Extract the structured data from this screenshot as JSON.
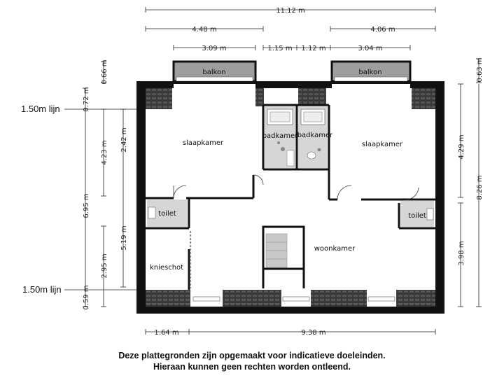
{
  "dimensions": {
    "top_total": "11.12 m",
    "top_left": "4.48 m",
    "top_right": "4.06 m",
    "balcony_left": "3.09 m",
    "gap_left": "1.15 m",
    "gap_right": "1.12 m",
    "balcony_right": "3.04 m",
    "left_balcony_depth": "0.66 m",
    "left_upper": "0.72 m",
    "left_bedroom": "4.23 m",
    "left_bedroom_inner": "2.42 m",
    "left_total": "6.95 m",
    "left_lower": "5.19 m",
    "left_knieschot": "2.95 m",
    "left_bottom": "0.59 m",
    "right_balcony_depth": "0.63 m",
    "right_bedroom": "4.29 m",
    "right_total": "8.26 m",
    "right_lower": "3.98 m",
    "bottom_left": "1.64 m",
    "bottom_right": "9.38 m"
  },
  "rooms": {
    "balkon_left": "balkon",
    "balkon_right": "balkon",
    "slaapkamer_left": "slaapkamer",
    "slaapkamer_right": "slaapkamer",
    "badkamer_left": "badkamer",
    "badkamer_right": "badkamer",
    "toilet_left": "toilet",
    "toilet_right": "toilet",
    "woonkamer": "woonkamer",
    "knieschot": "knieschot"
  },
  "lines": {
    "upper": "1.50m lijn",
    "lower": "1.50m lijn"
  },
  "disclaimer": {
    "line1": "Deze plattegronden zijn opgemaakt voor indicatieve doeleinden.",
    "line2": "Hieraan kunnen geen rechten worden ontleend."
  },
  "colors": {
    "wall": "#111111",
    "balcony": "#9e9e9e",
    "wet_room": "#d6d6d6",
    "dormer_pattern": "#2a2a2a"
  }
}
